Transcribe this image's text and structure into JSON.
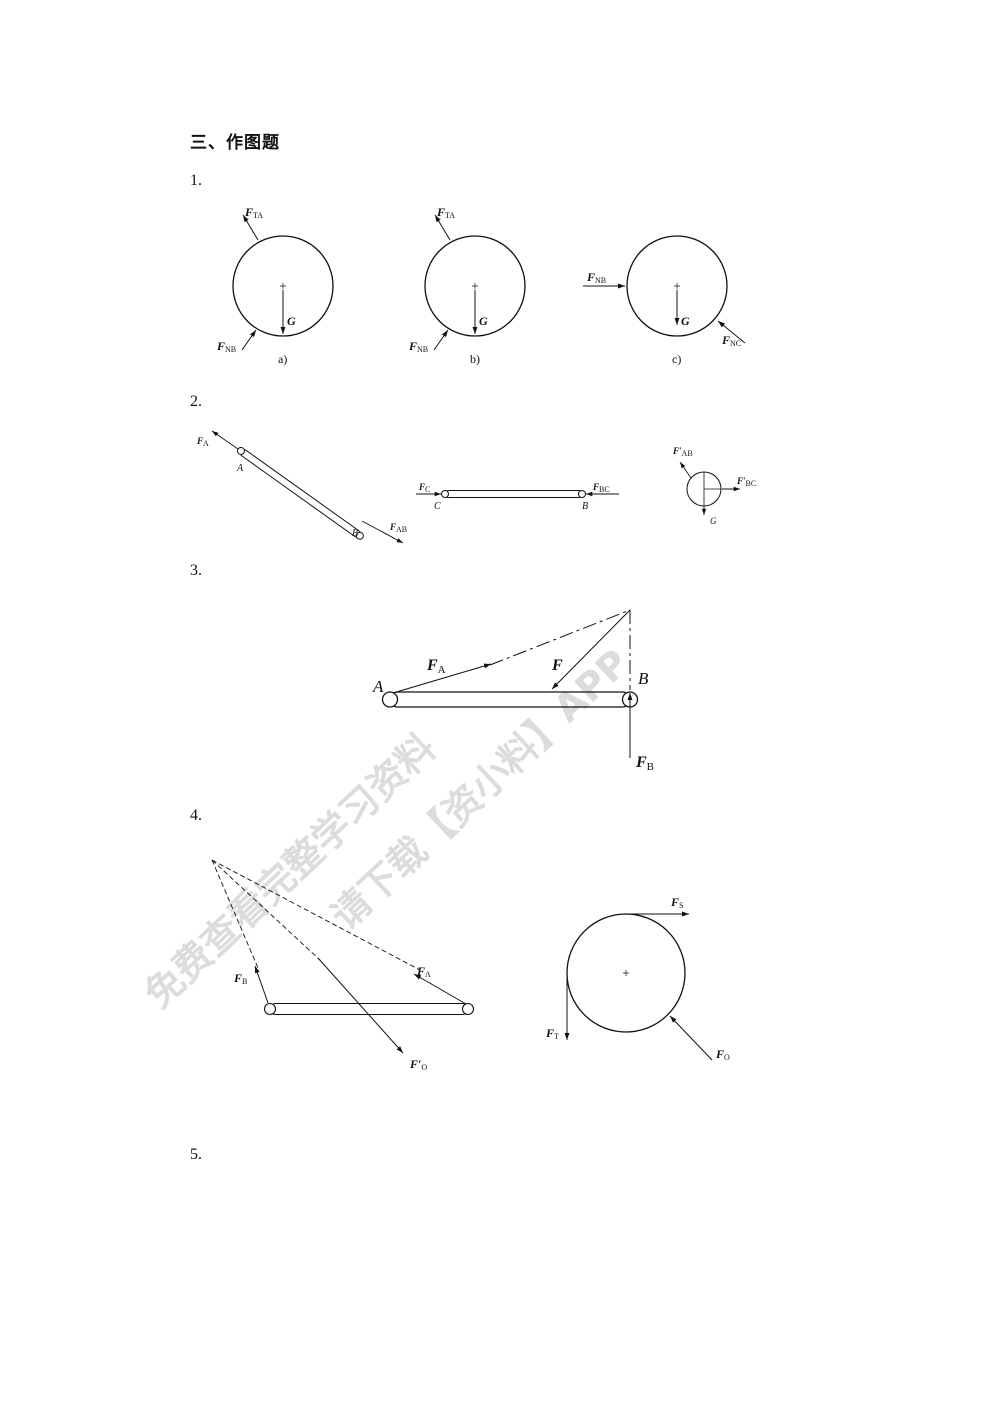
{
  "heading": "三、作图题",
  "questions": [
    "1.",
    "2.",
    "3.",
    "4.",
    "5."
  ],
  "q1": {
    "a": {
      "caption": "a)",
      "ft": "F",
      "ft_sub": "TA",
      "fn": "F",
      "fn_sub": "NB",
      "g": "G"
    },
    "b": {
      "caption": "b)",
      "ft": "F",
      "ft_sub": "TA",
      "fn": "F",
      "fn_sub": "NB",
      "g": "G"
    },
    "c": {
      "caption": "c)",
      "fn1": "F",
      "fn1_sub": "NB",
      "fn2": "F",
      "fn2_sub": "NC",
      "g": "G"
    }
  },
  "q2": {
    "bar1": {
      "fa": "F",
      "fa_sub": "A",
      "fab": "F",
      "fab_sub": "AB",
      "pA": "A",
      "pB": "B"
    },
    "bar2": {
      "fc": "F",
      "fc_sub": "C",
      "fbc": "F",
      "fbc_sub": "BC",
      "pC": "C",
      "pB": "B"
    },
    "node": {
      "fab": "F′",
      "fab_sub": "AB",
      "fbc": "F′",
      "fbc_sub": "BC",
      "g": "G"
    }
  },
  "q3": {
    "fa": "F",
    "fa_sub": "A",
    "f": "F",
    "fb": "F",
    "fb_sub": "B",
    "pA": "A",
    "pB": "B"
  },
  "q4": {
    "bar": {
      "fb": "F",
      "fb_sub": "B",
      "fa": "F",
      "fa_sub": "A",
      "fo": "F′",
      "fo_sub": "O"
    },
    "wheel": {
      "fs": "F",
      "fs_sub": "S",
      "ft": "F",
      "ft_sub": "T",
      "fo": "F",
      "fo_sub": "O"
    }
  },
  "watermark": {
    "line1": "免费查看完整学习资料",
    "line2": "请下载【资小料】APP"
  }
}
